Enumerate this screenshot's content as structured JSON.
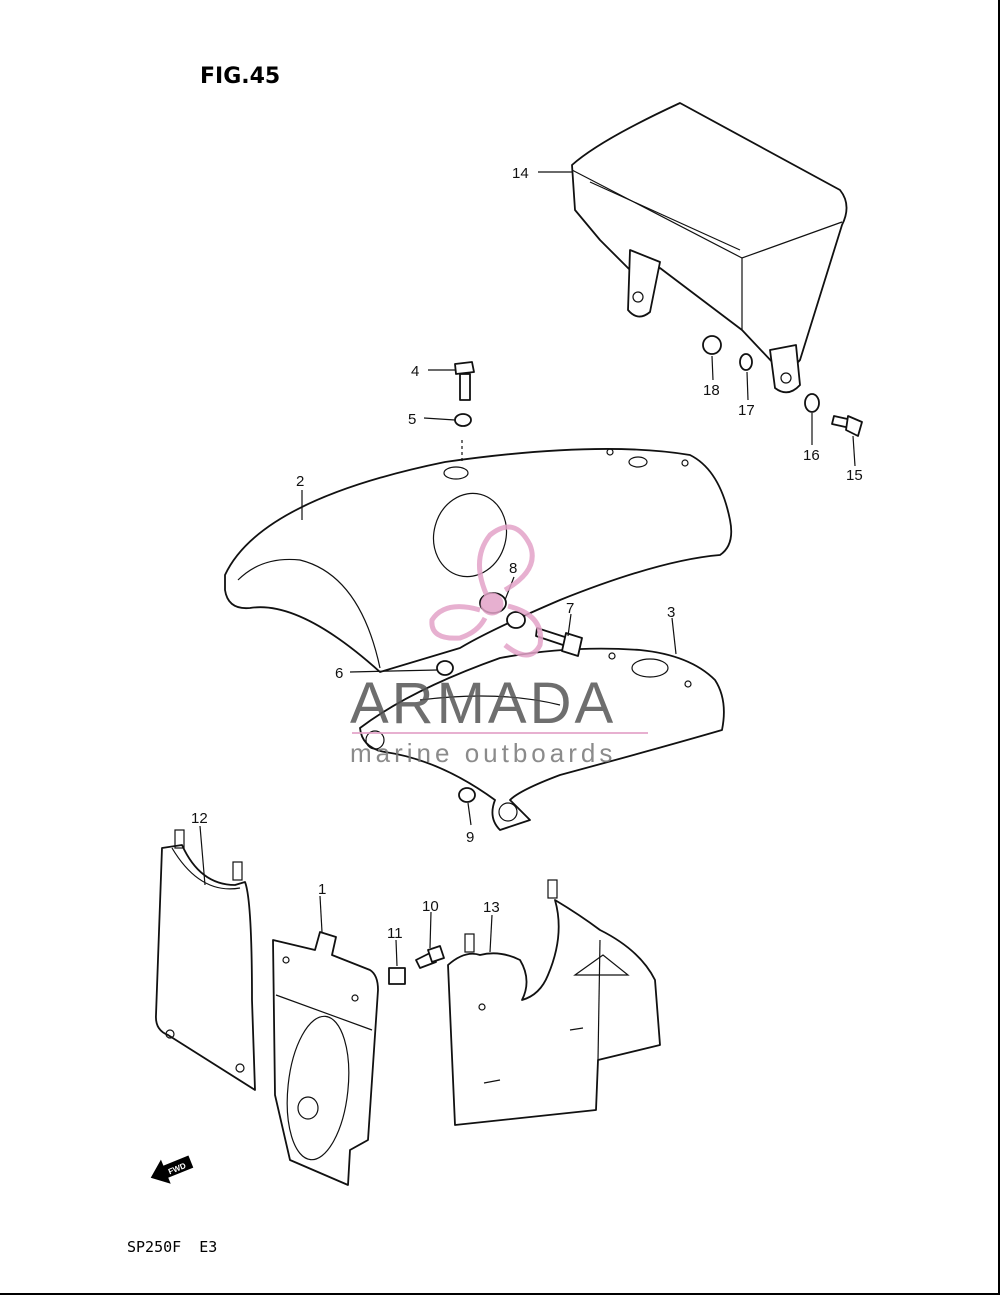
{
  "figure": {
    "title": "FIG.45",
    "model_code": "SP250F  E3"
  },
  "fwd_label": "FWD",
  "watermark": {
    "brand": "ARMADA",
    "tagline": "marine outboards",
    "pink": "#e3a3c8",
    "gray": "#555555"
  },
  "callouts": [
    "1",
    "2",
    "3",
    "4",
    "5",
    "6",
    "7",
    "8",
    "9",
    "10",
    "11",
    "12",
    "13",
    "14",
    "15",
    "16",
    "17",
    "18"
  ]
}
